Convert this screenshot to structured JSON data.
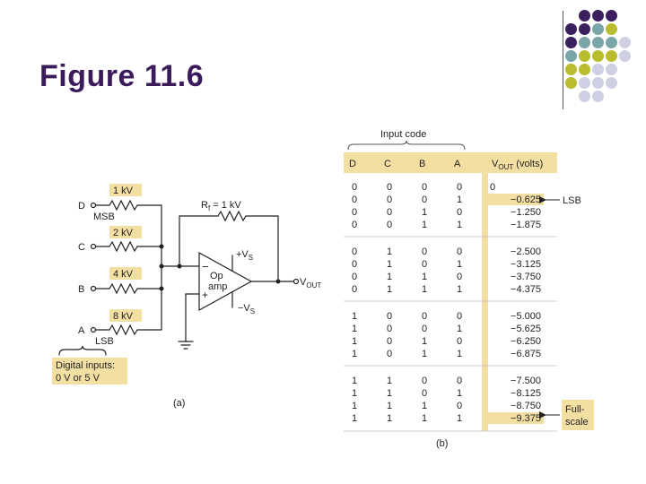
{
  "slide": {
    "title": "Figure 11.6"
  },
  "colors": {
    "title": "#3b1b5a",
    "dot_purple": "#3b1f5e",
    "dot_teal": "#7aa6a8",
    "dot_olive": "#b8bc2d",
    "dot_lavender": "#cfd0e3",
    "highlight": "#f3dfa2"
  },
  "circuit": {
    "inputs": [
      {
        "letter": "D",
        "resistor": "1 kV",
        "tag": "MSB"
      },
      {
        "letter": "C",
        "resistor": "2 kV",
        "tag": ""
      },
      {
        "letter": "B",
        "resistor": "4 kV",
        "tag": ""
      },
      {
        "letter": "A",
        "resistor": "8 kV",
        "tag": "LSB"
      }
    ],
    "feedback": {
      "name": "R",
      "subscript": "f",
      "value": " = 1 kV"
    },
    "opamp": {
      "line1": "Op",
      "line2": "amp",
      "minus": "−",
      "plus": "+"
    },
    "supply_pos": {
      "sign": "+V",
      "sub": "S"
    },
    "supply_neg": {
      "sign": "−V",
      "sub": "S"
    },
    "output": {
      "name": "V",
      "sub": "OUT"
    },
    "digital_label_1": "Digital inputs:",
    "digital_label_2": "0 V or 5 V",
    "caption": "(a)"
  },
  "table": {
    "group_label": "Input code",
    "headers": [
      "D",
      "C",
      "B",
      "A"
    ],
    "vout_header": {
      "name": "V",
      "sub": "OUT",
      "unit": " (volts)"
    },
    "rows": [
      {
        "bits": [
          "0",
          "0",
          "0",
          "0"
        ],
        "vout": "0"
      },
      {
        "bits": [
          "0",
          "0",
          "0",
          "1"
        ],
        "vout": "−0.625"
      },
      {
        "bits": [
          "0",
          "0",
          "1",
          "0"
        ],
        "vout": "−1.250"
      },
      {
        "bits": [
          "0",
          "0",
          "1",
          "1"
        ],
        "vout": "−1.875"
      },
      {
        "bits": [
          "0",
          "1",
          "0",
          "0"
        ],
        "vout": "−2.500"
      },
      {
        "bits": [
          "0",
          "1",
          "0",
          "1"
        ],
        "vout": "−3.125"
      },
      {
        "bits": [
          "0",
          "1",
          "1",
          "0"
        ],
        "vout": "−3.750"
      },
      {
        "bits": [
          "0",
          "1",
          "1",
          "1"
        ],
        "vout": "−4.375"
      },
      {
        "bits": [
          "1",
          "0",
          "0",
          "0"
        ],
        "vout": "−5.000"
      },
      {
        "bits": [
          "1",
          "0",
          "0",
          "1"
        ],
        "vout": "−5.625"
      },
      {
        "bits": [
          "1",
          "0",
          "1",
          "0"
        ],
        "vout": "−6.250"
      },
      {
        "bits": [
          "1",
          "0",
          "1",
          "1"
        ],
        "vout": "−6.875"
      },
      {
        "bits": [
          "1",
          "1",
          "0",
          "0"
        ],
        "vout": "−7.500"
      },
      {
        "bits": [
          "1",
          "1",
          "0",
          "1"
        ],
        "vout": "−8.125"
      },
      {
        "bits": [
          "1",
          "1",
          "1",
          "0"
        ],
        "vout": "−8.750"
      },
      {
        "bits": [
          "1",
          "1",
          "1",
          "1"
        ],
        "vout": "−9.375"
      }
    ],
    "lsb_label": "LSB",
    "fullscale_label_1": "Full-",
    "fullscale_label_2": "scale",
    "caption": "(b)"
  }
}
